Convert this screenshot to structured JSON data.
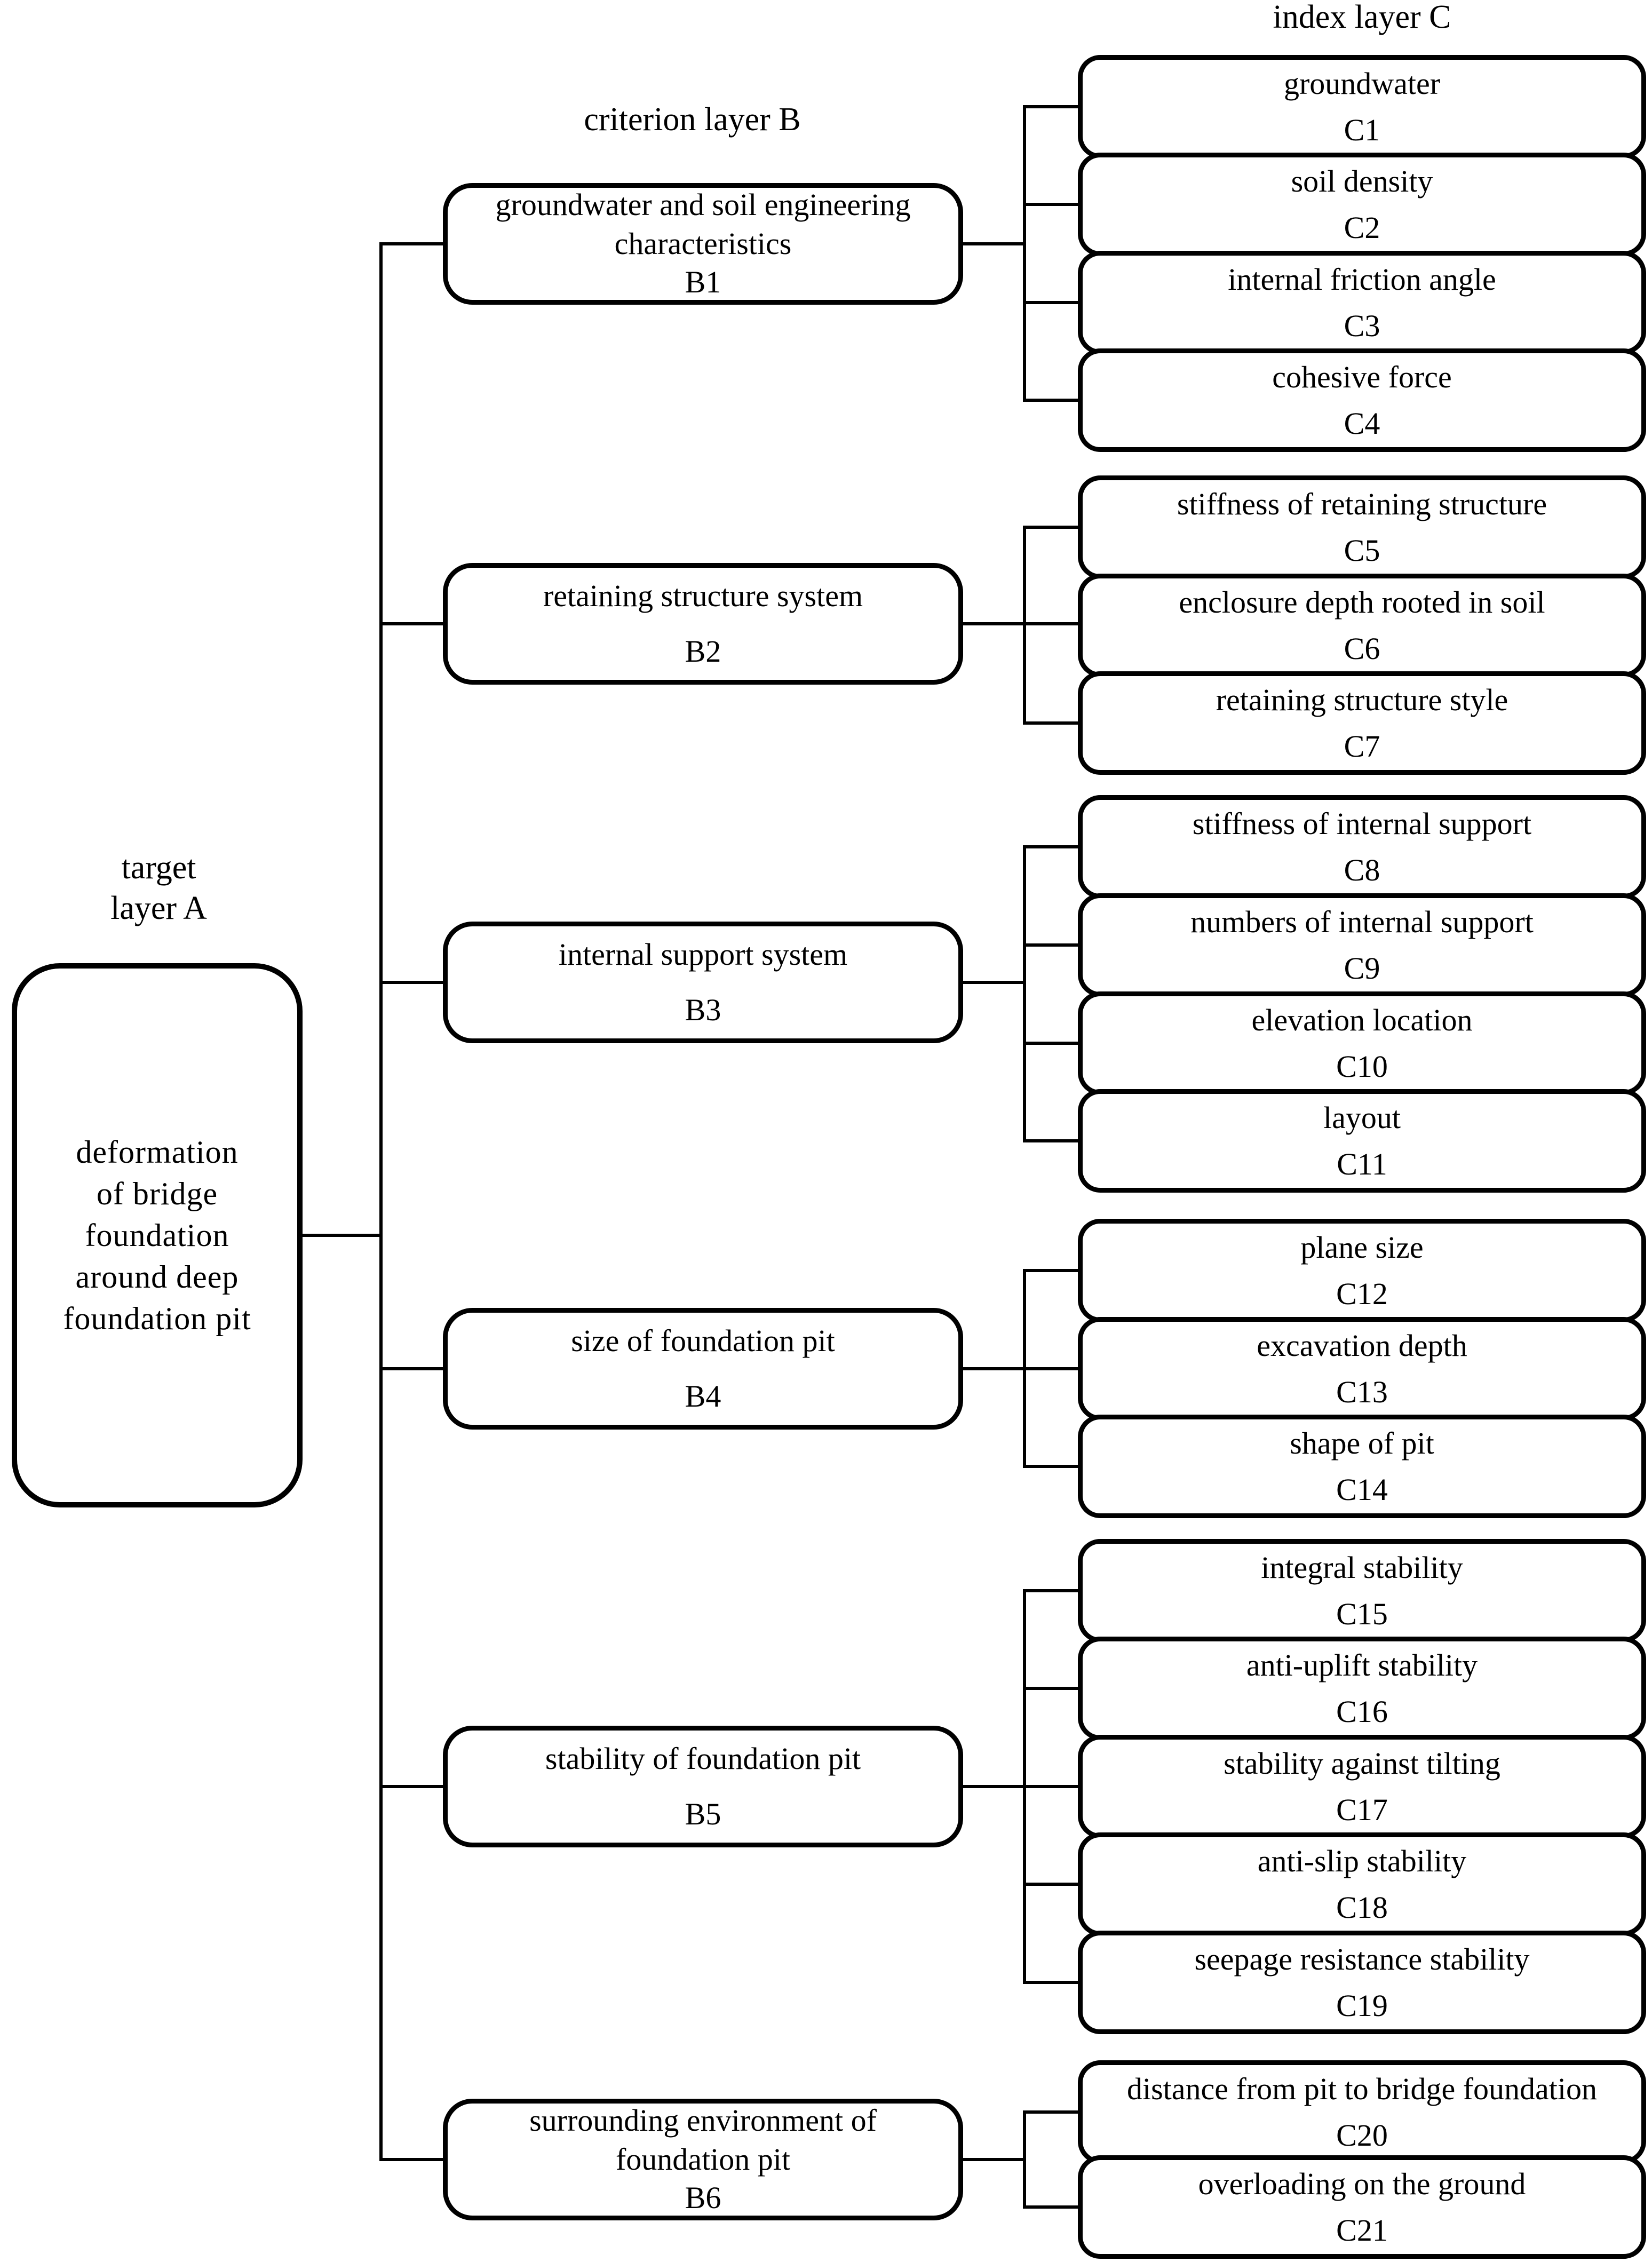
{
  "colors": {
    "ink": "#000000",
    "paper": "#ffffff"
  },
  "headers": {
    "target": "target\nlayer A",
    "criterion": "criterion layer B",
    "index": "index layer C"
  },
  "target": {
    "label": "deformation\nof bridge\nfoundation\naround deep\nfoundation pit"
  },
  "groups": [
    {
      "criterion": {
        "label": "groundwater and soil engineering\ncharacteristics",
        "code": "B1"
      },
      "indices": [
        {
          "label": "groundwater",
          "code": "C1"
        },
        {
          "label": "soil density",
          "code": "C2"
        },
        {
          "label": "internal friction angle",
          "code": "C3"
        },
        {
          "label": "cohesive force",
          "code": "C4"
        }
      ]
    },
    {
      "criterion": {
        "label": "retaining structure system",
        "code": "B2"
      },
      "indices": [
        {
          "label": "stiffness of retaining structure",
          "code": "C5"
        },
        {
          "label": "enclosure depth rooted in soil",
          "code": "C6"
        },
        {
          "label": "retaining structure style",
          "code": "C7"
        }
      ]
    },
    {
      "criterion": {
        "label": "internal support system",
        "code": "B3"
      },
      "indices": [
        {
          "label": "stiffness of internal support",
          "code": "C8"
        },
        {
          "label": "numbers of internal support",
          "code": "C9"
        },
        {
          "label": "elevation location",
          "code": "C10"
        },
        {
          "label": "layout",
          "code": "C11"
        }
      ]
    },
    {
      "criterion": {
        "label": "size of foundation pit",
        "code": "B4"
      },
      "indices": [
        {
          "label": "plane size",
          "code": "C12"
        },
        {
          "label": "excavation depth",
          "code": "C13"
        },
        {
          "label": "shape of pit",
          "code": "C14"
        }
      ]
    },
    {
      "criterion": {
        "label": "stability of foundation pit",
        "code": "B5"
      },
      "indices": [
        {
          "label": "integral stability",
          "code": "C15"
        },
        {
          "label": "anti-uplift stability",
          "code": "C16"
        },
        {
          "label": "stability against tilting",
          "code": "C17"
        },
        {
          "label": "anti-slip stability",
          "code": "C18"
        },
        {
          "label": "seepage resistance stability",
          "code": "C19"
        }
      ]
    },
    {
      "criterion": {
        "label": "surrounding environment of\nfoundation pit",
        "code": "B6"
      },
      "indices": [
        {
          "label": "distance from pit to bridge foundation",
          "code": "C20"
        },
        {
          "label": "overloading on the ground",
          "code": "C21"
        }
      ]
    }
  ]
}
